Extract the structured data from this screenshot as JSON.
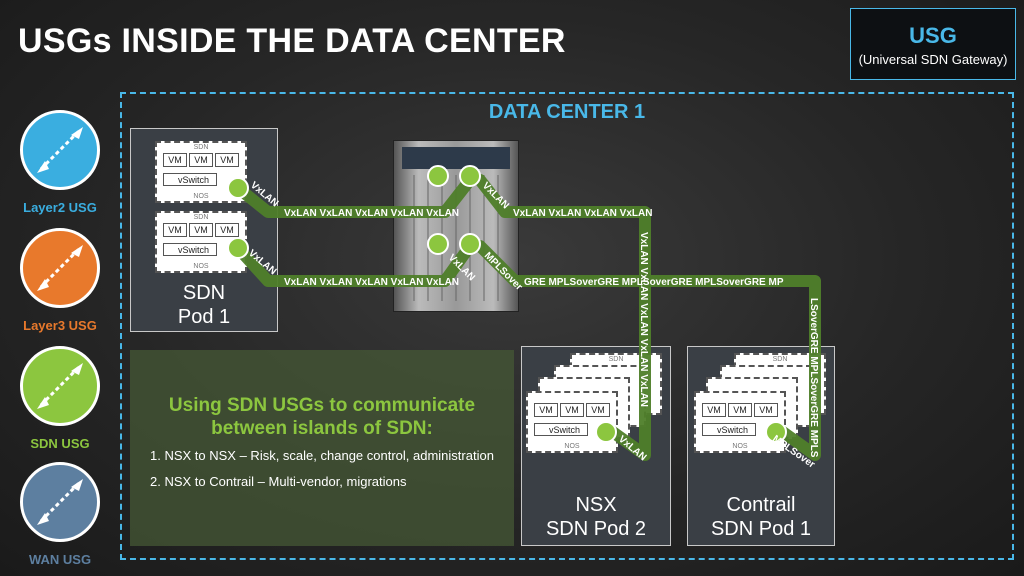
{
  "title": "USGs INSIDE THE DATA CENTER",
  "usg_box": {
    "title": "USG",
    "subtitle": "(Universal SDN Gateway)"
  },
  "legend": [
    {
      "label": "Layer2 USG",
      "color": "#3aaee0"
    },
    {
      "label": "Layer3 USG",
      "color": "#e8792c"
    },
    {
      "label": "SDN USG",
      "color": "#8cc63f"
    },
    {
      "label": "WAN USG",
      "color": "#5d7fa0"
    }
  ],
  "data_center": {
    "title": "DATA CENTER 1"
  },
  "pods": {
    "sdn_pod1": {
      "line1": "SDN",
      "line2": "Pod 1"
    },
    "nsx_pod2": {
      "line1": "NSX",
      "line2": "SDN Pod 2"
    },
    "contrail_pod1": {
      "line1": "Contrail",
      "line2": "SDN Pod 1"
    }
  },
  "card": {
    "sdn": "SDN",
    "nos": "NOS",
    "vm": "VM",
    "vswitch": "vSwitch"
  },
  "tunnels": {
    "vxlan": "VxLAN",
    "row1": "VxLAN   VxLAN   VxLAN   VxLAN   VxLAN",
    "row1_right": "VxLAN VxLAN VxLAN VxLAN",
    "row2": "VxLAN   VxLAN   VxLAN   VxLAN   VxLAN",
    "row2_right": "GRE   MPLSoverGRE   MPLSoverGRE   MPLSoverGRE MP",
    "vertical_vxlan": "VxLAN   VxLAN   VxLAN   VxLAN   VxLAN",
    "vertical_mpls": "LSoverGRE MPLSoverGRE MPLS",
    "mplsover": "MPLSover"
  },
  "info": {
    "heading_line1": "Using SDN USGs to communicate",
    "heading_line2": "between islands of SDN:",
    "items": [
      "1.  NSX to NSX – Risk, scale, change control, administration",
      "2.  NSX to Contrail – Multi-vendor, migrations"
    ]
  },
  "colors": {
    "accent_blue": "#49b8e8",
    "sdn_green": "#8cc63f",
    "tunnel_green": "#4f7f2a"
  }
}
